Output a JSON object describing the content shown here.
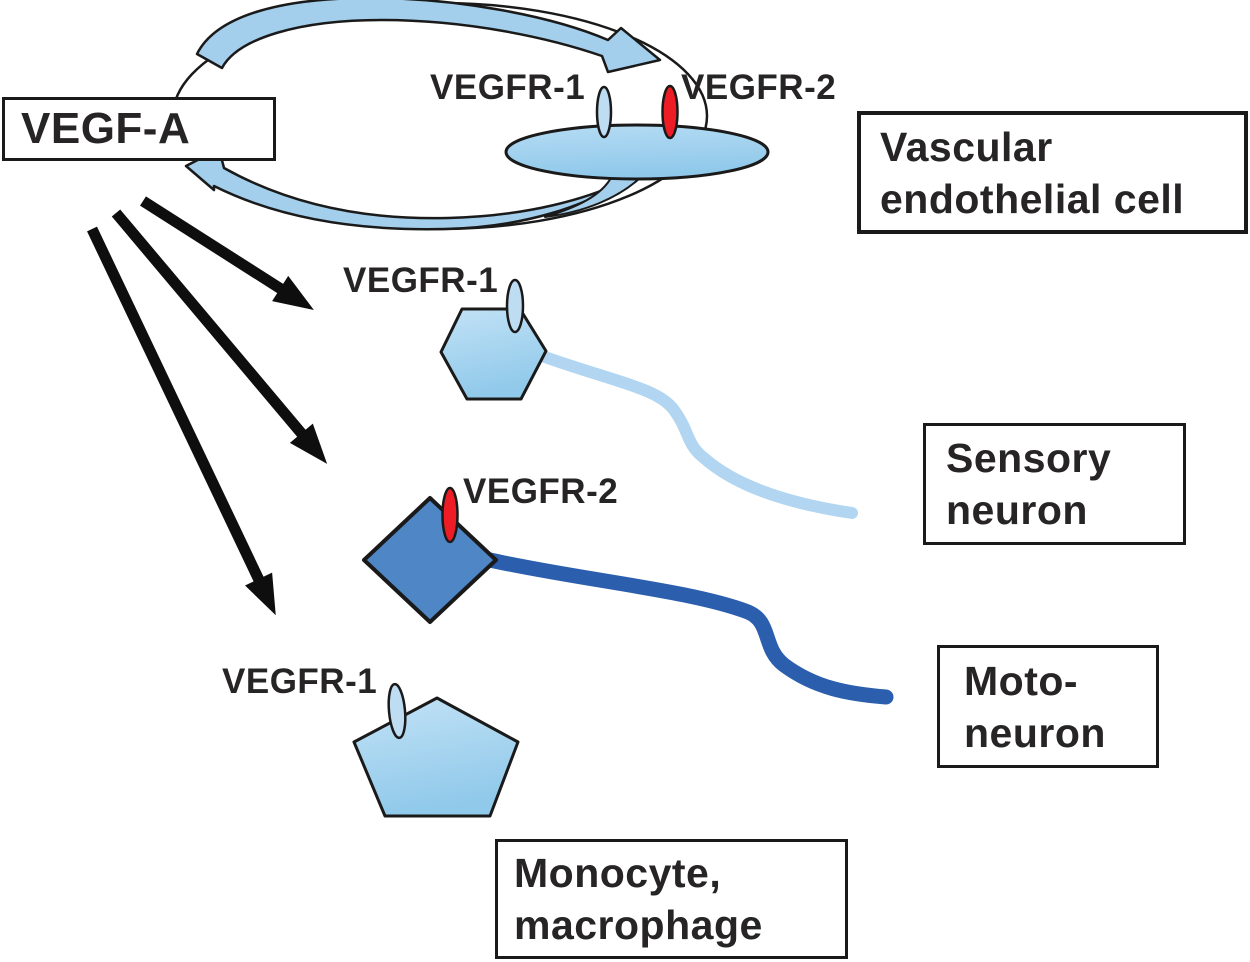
{
  "diagram": {
    "vegfa_box": {
      "label": "VEGF-A"
    },
    "receptor_labels": {
      "endothelial_vegfr1": "VEGFR-1",
      "endothelial_vegfr2": "VEGFR-2",
      "sensory_vegfr1": "VEGFR-1",
      "motoneuron_vegfr2": "VEGFR-2",
      "monocyte_vegfr1": "VEGFR-1"
    },
    "cell_boxes": {
      "endothelial": {
        "line1": "Vascular",
        "line2": "endothelial cell"
      },
      "sensory": {
        "line1": "Sensory",
        "line2": "neuron"
      },
      "motoneuron": {
        "line1": "Moto-",
        "line2": "neuron"
      },
      "monocyte": {
        "line1": "Monocyte,",
        "line2": "macrophage"
      }
    },
    "colors": {
      "background": "#ffffff",
      "outline": "#1a1a1a",
      "text": "#262424",
      "loop_arrow_blue": "#a3cfec",
      "cell_fill_light": "#b6dcf4",
      "cell_fill_dark": "#8fc8ea",
      "receptor_blue": "#bedcf2",
      "receptor_red": "#ee1c25",
      "motoneuron_blue": "#4f86c6",
      "motoneuron_axon_blue": "#2b5fad",
      "sensory_axon_blue": "#b2d6f1",
      "black_arrow": "#0e0e0e"
    }
  }
}
